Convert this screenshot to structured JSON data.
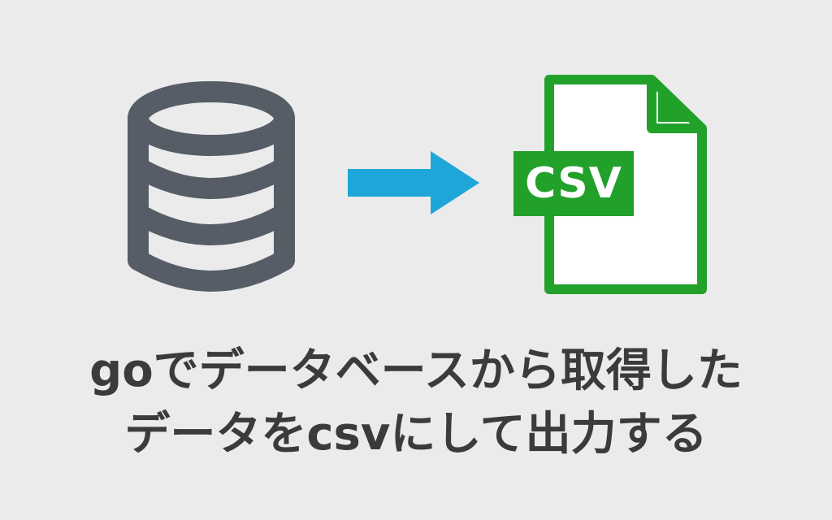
{
  "colors": {
    "background": "#ebebeb",
    "database": "#565d66",
    "arrow": "#1ea6d8",
    "csv_green": "#22a12a",
    "text": "#3b3b3b"
  },
  "icons": {
    "database": "database-icon",
    "arrow": "arrow-right-icon",
    "file": "csv-file-icon"
  },
  "csv_label": "CSV",
  "caption": {
    "line1": "goでデータベースから取得した",
    "line2": "データをcsvにして出力する"
  }
}
